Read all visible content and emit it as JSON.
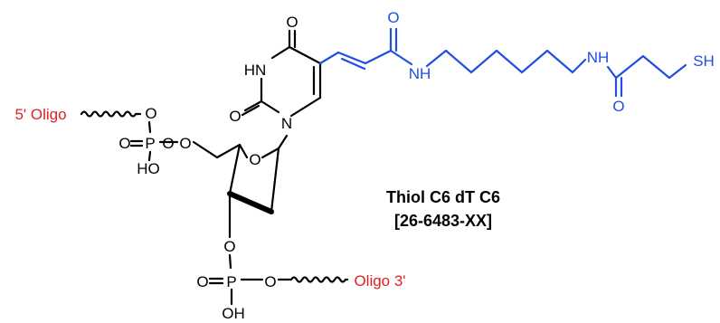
{
  "colors": {
    "bond": "#000000",
    "linker": "#1f4fe0",
    "oligo_label": "#e02020"
  },
  "molecule": {
    "name": "Thiol C6 dT C6",
    "catalog": "[26-6483-XX]"
  },
  "labels": {
    "five_prime": "5' Oligo",
    "three_prime": "Oligo 3'",
    "oxygen": "O",
    "hn": "HN",
    "nh": "NH",
    "n": "N",
    "p": "P",
    "ho": "HO",
    "oh": "OH",
    "sh": "SH"
  }
}
